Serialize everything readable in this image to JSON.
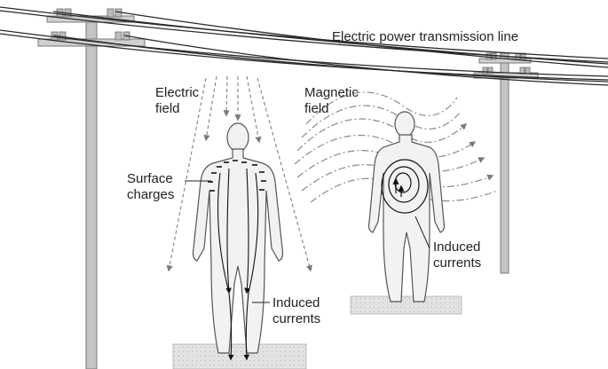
{
  "labels": {
    "transmission_line": "Electric power transmission line",
    "electric_field": "Electric\nfield",
    "magnetic_field": "Magnetic\nfield",
    "surface_charges": "Surface\ncharges",
    "induced_currents_left": "Induced\ncurrents",
    "induced_currents_right": "Induced\ncurrents"
  },
  "colors": {
    "wire": "#2a2a2a",
    "pole": "#bdbdbd",
    "pole_edge": "#7a7a7a",
    "body_fill": "#f2f2f2",
    "body_edge": "#555555",
    "field_dash": "#8a8a8a",
    "ground": "#dcdcdc"
  }
}
